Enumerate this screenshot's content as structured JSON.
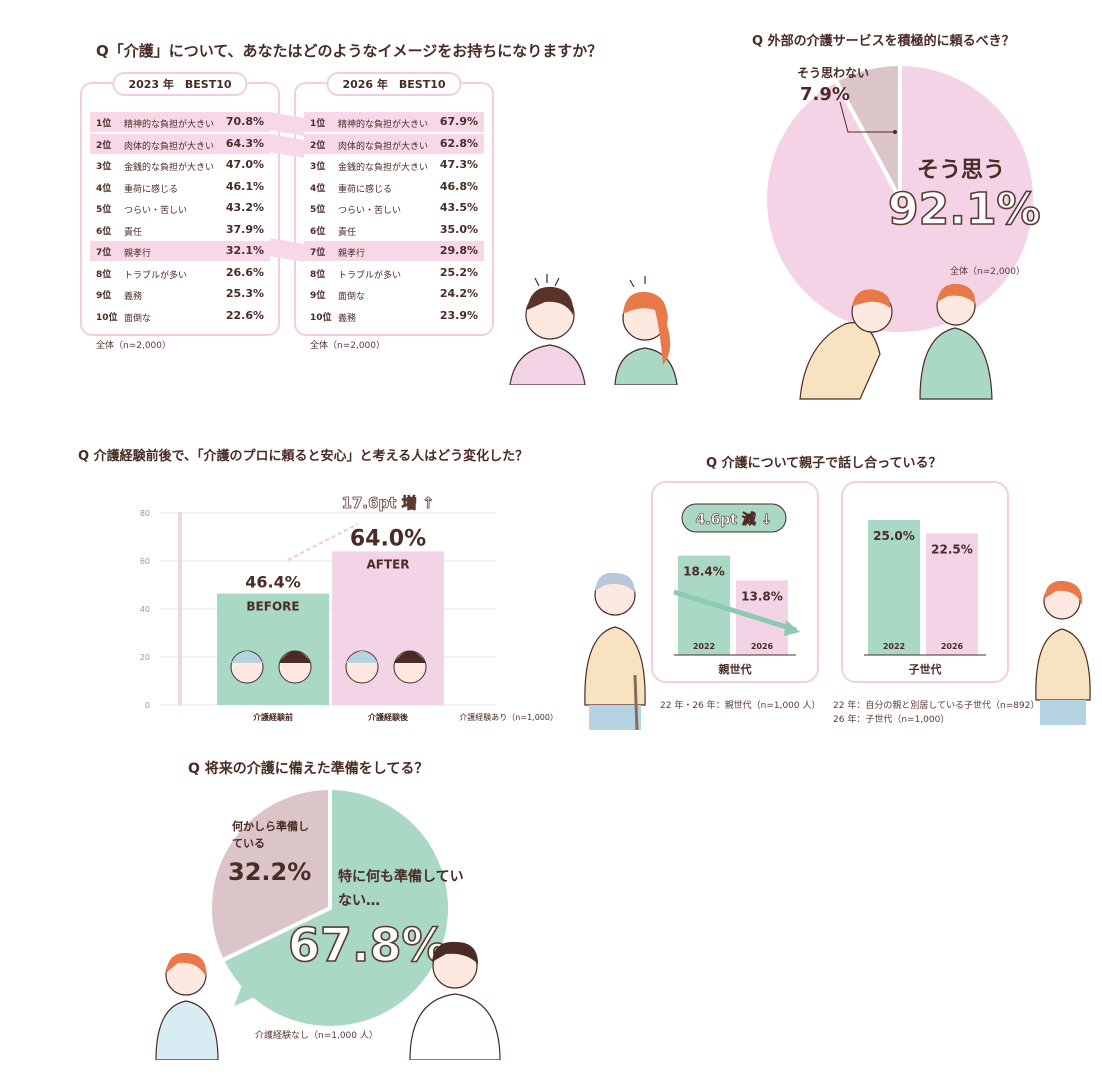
{
  "image_panel": {
    "rank_question": "Q「介護」について、あなたはどのようなイメージをお持ちになりますか？",
    "care_question": "Q 外部の介護サービスを積極的に頼るべき？",
    "before_after_question": "Q 介護経験前後で、「介護のプロに頼ると安心」と考える人はどう変化した？",
    "talk_question": "Q 介護について親子で話し合っている？",
    "prep_question": "Q 将来の介護に備えた準備をしてる？"
  },
  "chart_data": [
    {
      "type": "table",
      "title": "2023 年　BEST10",
      "note": "全体（n=2,000）",
      "rows": [
        {
          "rank": "1位",
          "label": "精神的な負担が大きい",
          "value": "70.8%",
          "highlight": true
        },
        {
          "rank": "2位",
          "label": "肉体的な負担が大きい",
          "value": "64.3%",
          "highlight": true
        },
        {
          "rank": "3位",
          "label": "金銭的な負担が大きい",
          "value": "47.0%",
          "highlight": false
        },
        {
          "rank": "4位",
          "label": "重荷に感じる",
          "value": "46.1%",
          "highlight": false
        },
        {
          "rank": "5位",
          "label": "つらい・苦しい",
          "value": "43.2%",
          "highlight": false
        },
        {
          "rank": "6位",
          "label": "責任",
          "value": "37.9%",
          "highlight": false
        },
        {
          "rank": "7位",
          "label": "親孝行",
          "value": "32.1%",
          "highlight": true
        },
        {
          "rank": "8位",
          "label": "トラブルが多い",
          "value": "26.6%",
          "highlight": false
        },
        {
          "rank": "9位",
          "label": "義務",
          "value": "25.3%",
          "highlight": false
        },
        {
          "rank": "10位",
          "label": "面倒な",
          "value": "22.6%",
          "highlight": false
        }
      ]
    },
    {
      "type": "table",
      "title": "2026 年　BEST10",
      "note": "全体（n=2,000）",
      "rows": [
        {
          "rank": "1位",
          "label": "精神的な負担が大きい",
          "value": "67.9%",
          "highlight": true
        },
        {
          "rank": "2位",
          "label": "肉体的な負担が大きい",
          "value": "62.8%",
          "highlight": true
        },
        {
          "rank": "3位",
          "label": "金銭的な負担が大きい",
          "value": "47.3%",
          "highlight": false
        },
        {
          "rank": "4位",
          "label": "重荷に感じる",
          "value": "46.8%",
          "highlight": false
        },
        {
          "rank": "5位",
          "label": "つらい・苦しい",
          "value": "43.5%",
          "highlight": false
        },
        {
          "rank": "6位",
          "label": "責任",
          "value": "35.0%",
          "highlight": false
        },
        {
          "rank": "7位",
          "label": "親孝行",
          "value": "29.8%",
          "highlight": true
        },
        {
          "rank": "8位",
          "label": "トラブルが多い",
          "value": "25.2%",
          "highlight": false
        },
        {
          "rank": "9位",
          "label": "面倒な",
          "value": "24.2%",
          "highlight": false
        },
        {
          "rank": "10位",
          "label": "義務",
          "value": "23.9%",
          "highlight": false
        }
      ]
    },
    {
      "type": "pie",
      "slices": [
        {
          "label": "そう思う",
          "value": 92.1,
          "display": "92.1%",
          "color": "#f5d3e6"
        },
        {
          "label": "そう思わない",
          "value": 7.9,
          "display": "7.9%",
          "color": "#dcc5c8"
        }
      ],
      "note": "全体（n=2,000）"
    },
    {
      "type": "bar",
      "categories": [
        "介護経験前",
        "介護経験後"
      ],
      "values": [
        46.4,
        64.0
      ],
      "value_labels": [
        "46.4%",
        "64.0%"
      ],
      "bar_labels": [
        "BEFORE",
        "AFTER"
      ],
      "colors": [
        "#a9d8c4",
        "#f3d3e6"
      ],
      "yticks": [
        0,
        20,
        40,
        60,
        80
      ],
      "ylim": [
        0,
        80
      ],
      "annotation": "17.6pt 増",
      "note": "介護経験あり（n=1,000）"
    },
    {
      "type": "bar",
      "categories": [
        "2022",
        "2026"
      ],
      "values": [
        18.4,
        13.8
      ],
      "value_labels": [
        "18.4%",
        "13.8%"
      ],
      "xlabel": "親世代",
      "annotation": "4.6pt 減",
      "colors": [
        "#a9d8c4",
        "#f3d3e6"
      ],
      "note": "22 年・26 年：親世代（n=1,000 人）"
    },
    {
      "type": "bar",
      "categories": [
        "2022",
        "2026"
      ],
      "values": [
        25.0,
        22.5
      ],
      "value_labels": [
        "25.0%",
        "22.5%"
      ],
      "xlabel": "子世代",
      "colors": [
        "#a9d8c4",
        "#f3d3e6"
      ],
      "note_lines": [
        "22 年：自分の親と別居している子世代（n=892）",
        "26 年：子世代（n=1,000）"
      ]
    },
    {
      "type": "pie",
      "slices": [
        {
          "label": "特に何も準備していない…",
          "value": 67.8,
          "display": "67.8%",
          "color": "#a9d8c4"
        },
        {
          "label": "何かしら準備している",
          "value": 32.2,
          "display": "32.2%",
          "color": "#dcc5c8"
        }
      ],
      "note": "介護経験なし（n=1,000 人）"
    }
  ],
  "colors": {
    "green": "#a9d8c4",
    "pink": "#f3d3e6",
    "mauve": "#dcc5c8",
    "text": "#4a2b25",
    "border": "#f2cfe0"
  }
}
